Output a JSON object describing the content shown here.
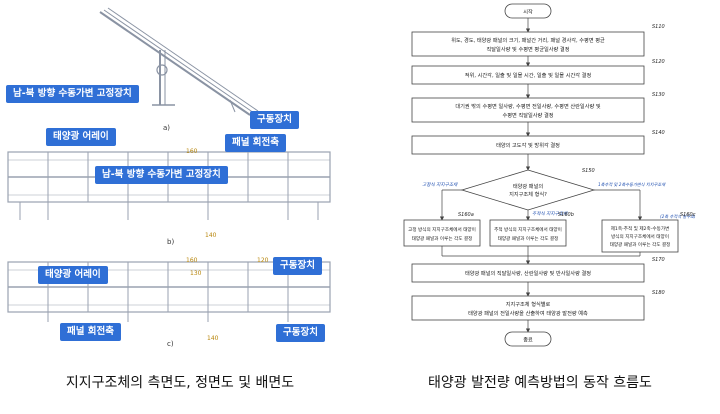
{
  "left_panel": {
    "caption": "지지구조체의 측면도, 정면도 및 배면도",
    "callouts": {
      "side_fixer": "남-북 방향 수동가변 고정장치",
      "side_drive": "구동장치",
      "front_array": "태양광 어레이",
      "front_axis": "패널 회전축",
      "front_fixer": "남-북 방향 수동가변 고정장치",
      "front_drive": "구동장치",
      "back_array": "태양광 어레이",
      "back_axis": "패널 회전축",
      "back_drive": "구동장치"
    },
    "figure_labels": {
      "a": "a)",
      "b": "b)",
      "c": "c)"
    },
    "ref_numbers": {
      "n160a": "160",
      "n140a": "140",
      "n160b": "160",
      "n120b": "120",
      "n130b": "130",
      "n140b": "140"
    }
  },
  "right_panel": {
    "caption": "태양광 발전량 예측방법의 동작 흐름도",
    "start": "시작",
    "end": "종료",
    "steps": {
      "s110": {
        "ref": "S110",
        "text1": "위도, 경도, 태양광 패널의 크기, 패널간 거리, 패널 경사각, 수평면 평균",
        "text2": "직달일사량 및 수평면 평균일사량 결정"
      },
      "s120": {
        "ref": "S120",
        "text1": "적위, 시간각, 일출 및 일몰 시간, 일출 및 일몰 시간각 결정"
      },
      "s130": {
        "ref": "S130",
        "text1": "대기권 밖의 수평면 일사량, 수평면 전일사량, 수평면 산란일사량 및",
        "text2": "수평면 직달일사량 결정"
      },
      "s140": {
        "ref": "S140",
        "text1": "태양의 고도각 및 방위각 결정"
      },
      "s150": {
        "ref": "S150",
        "text1": "태양광 패널의",
        "text2": "지지구조체 형식?"
      },
      "s160a": {
        "ref": "S160a",
        "text1": "고정 방식의 지지구조체에서 태양이",
        "text2": "태양광 패널과 이루는 각도 결정"
      },
      "s160b": {
        "ref": "S160b",
        "text1": "추적 방식의 지지구조체에서 태양이",
        "text2": "태양광 패널과 이루는 각도 결정"
      },
      "s160c": {
        "ref": "S160c",
        "text1": "제1축-추적 및 제2축-수동가변",
        "text2": "방식의 지지구조체에서 태양이",
        "text3": "태양광 패널과 이루는 각도 결정"
      },
      "s170": {
        "ref": "S170",
        "text1": "태양광 패널의 직달일사량, 산란일사량 및 반사일사량 결정"
      },
      "s180": {
        "ref": "S180",
        "text1": "지지구조체 형식별로",
        "text2": "태양광 패널의 전일사량을 산출하여 태양광 발전량 예측"
      }
    },
    "branch_labels": {
      "fixed": "고정식 지지구조체",
      "tracking": "추적식 지지구조체",
      "hybrid": "1축추적 및 2축수동가변식 지지구조체",
      "hybrid2": "(2축 추적식 일구조)"
    }
  }
}
